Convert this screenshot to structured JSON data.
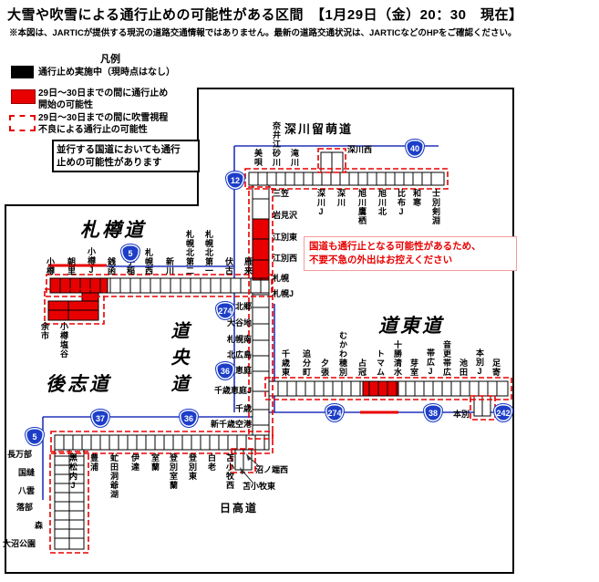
{
  "title": "大雪や吹雪による通行止めの可能性がある区間　【1月29日（金）20：30　現在】",
  "disclaimer": "※本図は、JARTICが提供する現況の道路交通情報ではありません。最新の道路交通状況は、JARTICなどのHPをご確認ください。",
  "legend": {
    "heading": "凡例",
    "items": [
      {
        "style": "black",
        "label": "通行止め実施中（現時点はなし）"
      },
      {
        "style": "red",
        "label": "29日～30日までの間に通行止め\n開始の可能性"
      },
      {
        "style": "red-dashed",
        "label": "29日～30日までの間に吹雪視程\n不良による通行止の可能性"
      }
    ],
    "note": "並行する国道においても通行\n止めの可能性があります"
  },
  "warning": "国道も通行止となる可能性があるため、\n不要不急の外出はお控えください",
  "roads": {
    "fukagawa_rumoi": "深川留萌道",
    "sasson": "札樽道",
    "doo": "道央道",
    "doto": "道東道",
    "shiribeshi": "後志道",
    "hidaka": "日高道"
  },
  "stations": {
    "doo_north_above": [
      "美唄",
      "奈井江砂川",
      "滝川"
    ],
    "doo_north_below": [
      "深川J",
      "深川",
      "旭川鷹栖",
      "旭川北",
      "比布J",
      "和寒",
      "士別剣淵"
    ],
    "fukagawa_branch": "深川西",
    "doo_city_right": [
      "三笠",
      "岩見沢",
      "江別東",
      "江別西",
      "札幌",
      "札幌J"
    ],
    "doo_city_left": [
      "北郷",
      "大谷地",
      "札幌南",
      "北広島",
      "恵庭",
      "千歳恵庭J",
      "千歳",
      "新千歳空港"
    ],
    "sasson": [
      "小樽",
      "朝里",
      "小樽J",
      "銭函",
      "手稲",
      "札幌西",
      "新川",
      "札幌北第二",
      "札幌北第一",
      "伏古",
      "雁来"
    ],
    "shiribeshi": [
      "余市",
      "小樽塩谷"
    ],
    "doto": [
      "千歳東",
      "追分町",
      "夕張",
      "むかわ穂別",
      "占冠",
      "トマム",
      "十勝清水",
      "芽室",
      "帯広J",
      "音更帯広",
      "池田",
      "本別J",
      "足寄"
    ],
    "doto_branch": "本別",
    "doo_south": [
      "黒松内J",
      "豊浦",
      "虻田洞爺湖",
      "伊達",
      "室蘭",
      "登別室蘭",
      "登別東",
      "白老",
      "苫小牧西"
    ],
    "hidaka": [
      "沼ノ端西",
      "苫小牧東"
    ],
    "doo_west": [
      "長万部",
      "国縫",
      "八雲",
      "落部",
      "森",
      "大沼公園"
    ]
  },
  "shields": {
    "r40": "40",
    "r12": "12",
    "r5a": "5",
    "r274a": "274",
    "r36a": "36",
    "r37": "37",
    "r36b": "36",
    "r274b": "274",
    "r38": "38",
    "r242": "242",
    "r5b": "5"
  },
  "colors": {
    "closure_now": "#000000",
    "closure_possible": "#e80000",
    "blizzard_outline": "#e80000",
    "route_blue": "#2233bb",
    "shield_blue": "#1d3ec8"
  }
}
